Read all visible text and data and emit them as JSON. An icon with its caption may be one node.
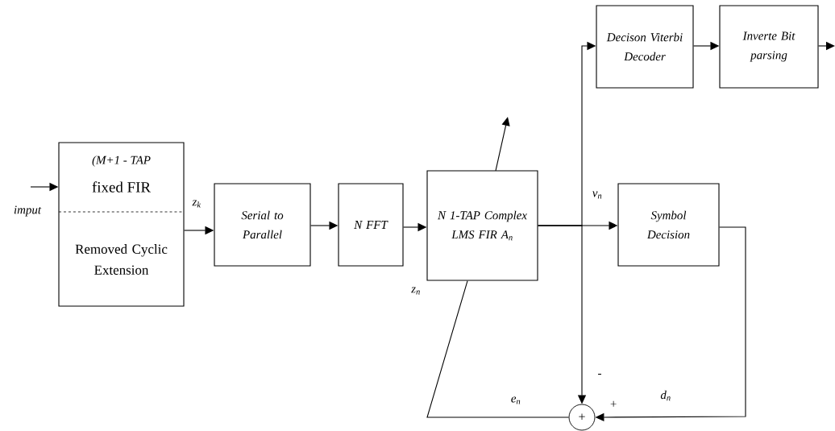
{
  "diagram": {
    "nodes": [
      {
        "text": [
          "(M+1 - TAP",
          "fixed FIR",
          "Removed Cyclic Extension"
        ]
      },
      {
        "text": [
          "Serial to Parallel"
        ]
      },
      {
        "text": [
          "N FFT"
        ]
      },
      {
        "text": [
          "N 1-TAP Complex LMS FIR A$_{n}$"
        ]
      },
      {
        "text": [
          "Decison Viterbi Decoder"
        ]
      },
      {
        "text": [
          "Inverte Bit parsing"
        ]
      },
      {
        "text": [
          "Symbol Decision"
        ]
      },
      {
        "text": [
          "+"
        ]
      }
    ],
    "edges": [
      {
        "from": null,
        "to": 0,
        "arrow": "to",
        "label": "imput"
      },
      {
        "from": 0,
        "to": 1,
        "arrow": "to",
        "label": "z$_{k}$"
      },
      {
        "from": 1,
        "to": 2,
        "arrow": "to"
      },
      {
        "from": 2,
        "to": 3,
        "arrow": "to"
      },
      {
        "from": 3,
        "to": 6,
        "arrow": "to",
        "label": "v$_{n}$"
      },
      {
        "from": 3,
        "to": 4,
        "arrow": "to"
      },
      {
        "from": 3,
        "to": 7,
        "arrow": "to"
      },
      {
        "from": 4,
        "to": 5,
        "arrow": "to"
      },
      {
        "from": 5,
        "to": null,
        "arrow": "to"
      },
      {
        "from": 6,
        "to": 7,
        "arrow": "to",
        "label": "d$_{n}$"
      },
      {
        "from": 7,
        "to": 3,
        "arrow": "none",
        "label": "e$_{n}$"
      }
    ],
    "labels": [
      "z$_{n}$",
      "-",
      "+"
    ]
  }
}
